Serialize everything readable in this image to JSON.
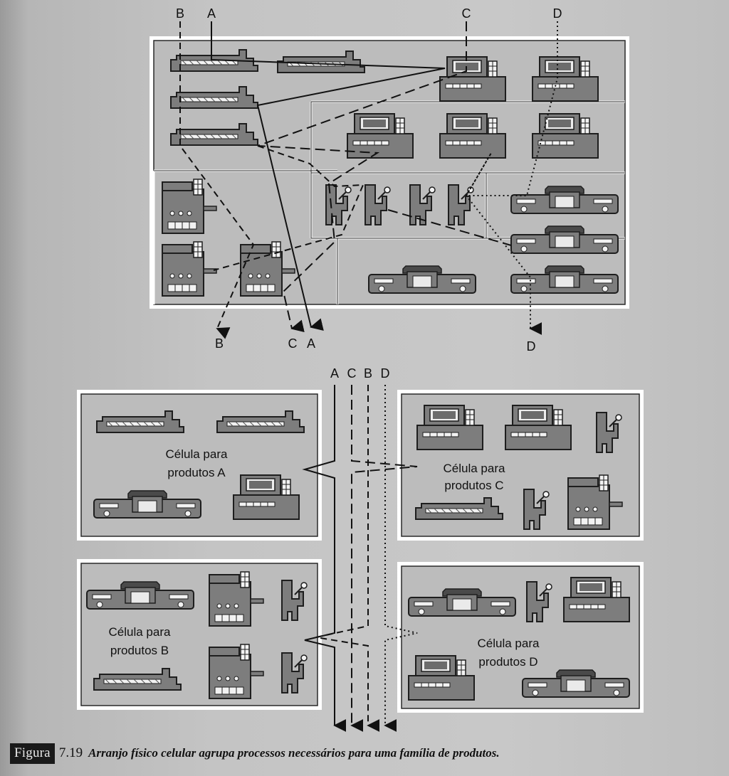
{
  "diagram": {
    "top_flow_labels": [
      "B",
      "A",
      "C",
      "D"
    ],
    "bottom_flow_labels": [
      "B",
      "C",
      "A",
      "D"
    ],
    "mid_flow_labels": [
      "A",
      "C",
      "B",
      "D"
    ],
    "cells": [
      {
        "id": "A",
        "label_line1": "Célula para",
        "label_line2": "produtos A"
      },
      {
        "id": "B",
        "label_line1": "Célula para",
        "label_line2": "produtos B"
      },
      {
        "id": "C",
        "label_line1": "Célula para",
        "label_line2": "produtos C"
      },
      {
        "id": "D",
        "label_line1": "Célula para",
        "label_line2": "produtos D"
      }
    ]
  },
  "caption": {
    "tag": "Figura",
    "number": "7.19",
    "text": "Arranjo físico celular agrupa processos necessários para uma família de produtos."
  },
  "colors": {
    "machine_fill": "#7d7d7d",
    "machine_stroke": "#1e1e1e",
    "panel_fill": "#bcbcbc",
    "border": "#ffffff"
  }
}
